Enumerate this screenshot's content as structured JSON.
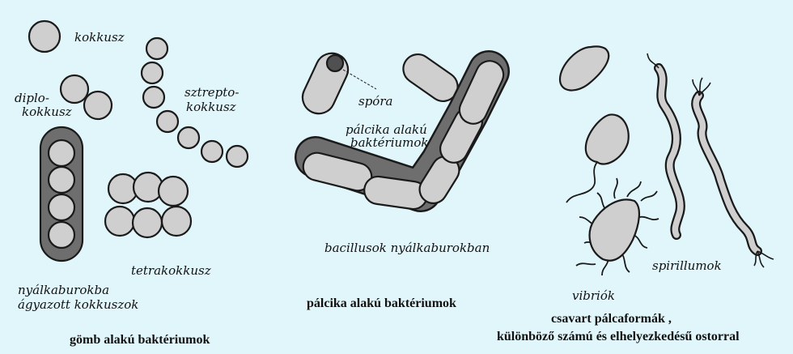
{
  "colors": {
    "background": "#e1f6fb",
    "cell_fill": "#cfcfcf",
    "capsule_fill": "#6e6e6e",
    "outline": "#1a1a1a"
  },
  "labels": {
    "kokkusz": "kokkusz",
    "diplo_1": "diplo-",
    "diplo_2": "kokkusz",
    "sztrepto_1": "sztrepto-",
    "sztrepto_2": "kokkusz",
    "tetrakokkusz": "tetrakokkusz",
    "nyalka_1": "nyálkaburokba",
    "nyalka_2": "ágyazott kokkuszok",
    "spora": "spóra",
    "palcika_1": "pálcika alakú",
    "palcika_2": "baktériumok",
    "bacillusok": "bacillusok nyálkaburokban",
    "vibriok": "vibriók",
    "spirillumok": "spirillumok"
  },
  "captions": {
    "gomb": "gömb alakú baktériumok",
    "palcika": "pálcika alakú baktériumok",
    "csavart_1": "csavart pálcaformák ,",
    "csavart_2": "különböző számú és elhelyezkedésű ostorral"
  }
}
